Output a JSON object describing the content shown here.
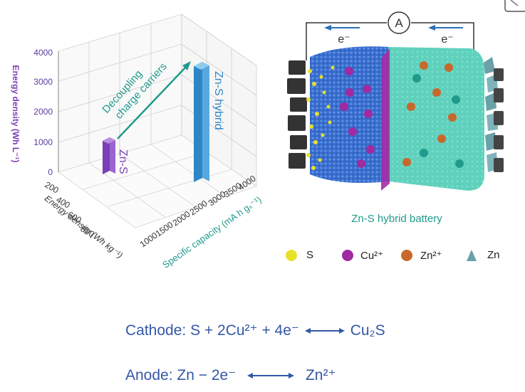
{
  "chart_data": {
    "type": "bar3d",
    "z_axis": {
      "label": "Energy density (Wh L⁻¹)",
      "ticks": [
        "0",
        "1000",
        "2000",
        "3000",
        "4000"
      ]
    },
    "x_axis": {
      "label": "Energy density (Wh kg⁻¹)",
      "ticks": [
        "200",
        "400",
        "600",
        "800"
      ]
    },
    "y_axis": {
      "label": "Specific capacity (mA h gₛ⁻¹)",
      "ticks": [
        "1000",
        "1500",
        "2000",
        "2500",
        "3000",
        "3500",
        "4000"
      ]
    },
    "bars": [
      {
        "name": "Zn-S",
        "energy_density_wh_l": 1100,
        "color": "#7b3fb5"
      },
      {
        "name": "Zn-S hybrid",
        "energy_density_wh_l": 3650,
        "color": "#2f86c7"
      }
    ],
    "annotation": [
      "Decoupling",
      "charge carriers"
    ]
  },
  "battery": {
    "circuit_symbol": "A",
    "electron_left": "e⁻",
    "electron_right": "e⁻",
    "caption": "Zn-S hybrid battery"
  },
  "legend": [
    {
      "symbol": "S",
      "color": "#e6e22a",
      "shape": "circle"
    },
    {
      "symbol": "Cu²⁺",
      "color": "#a02aa0",
      "shape": "circle"
    },
    {
      "symbol": "Zn²⁺",
      "color": "#c8682c",
      "shape": "circle"
    },
    {
      "symbol": "Zn",
      "color": "#6aa0a8",
      "shape": "triangle"
    }
  ],
  "equations": {
    "cathode_label": "Cathode:",
    "cathode_lhs": "S + 2Cu²⁺ + 4e⁻",
    "cathode_rhs": "Cu₂S",
    "anode_label": "Anode:",
    "anode_lhs": "Zn − 2e⁻",
    "anode_rhs": "Zn²⁺"
  },
  "colors": {
    "text_blue": "#3457a6",
    "teal": "#1f9a8c",
    "purple": "#7b3fb5",
    "arrow_blue": "#2a6fb5"
  }
}
